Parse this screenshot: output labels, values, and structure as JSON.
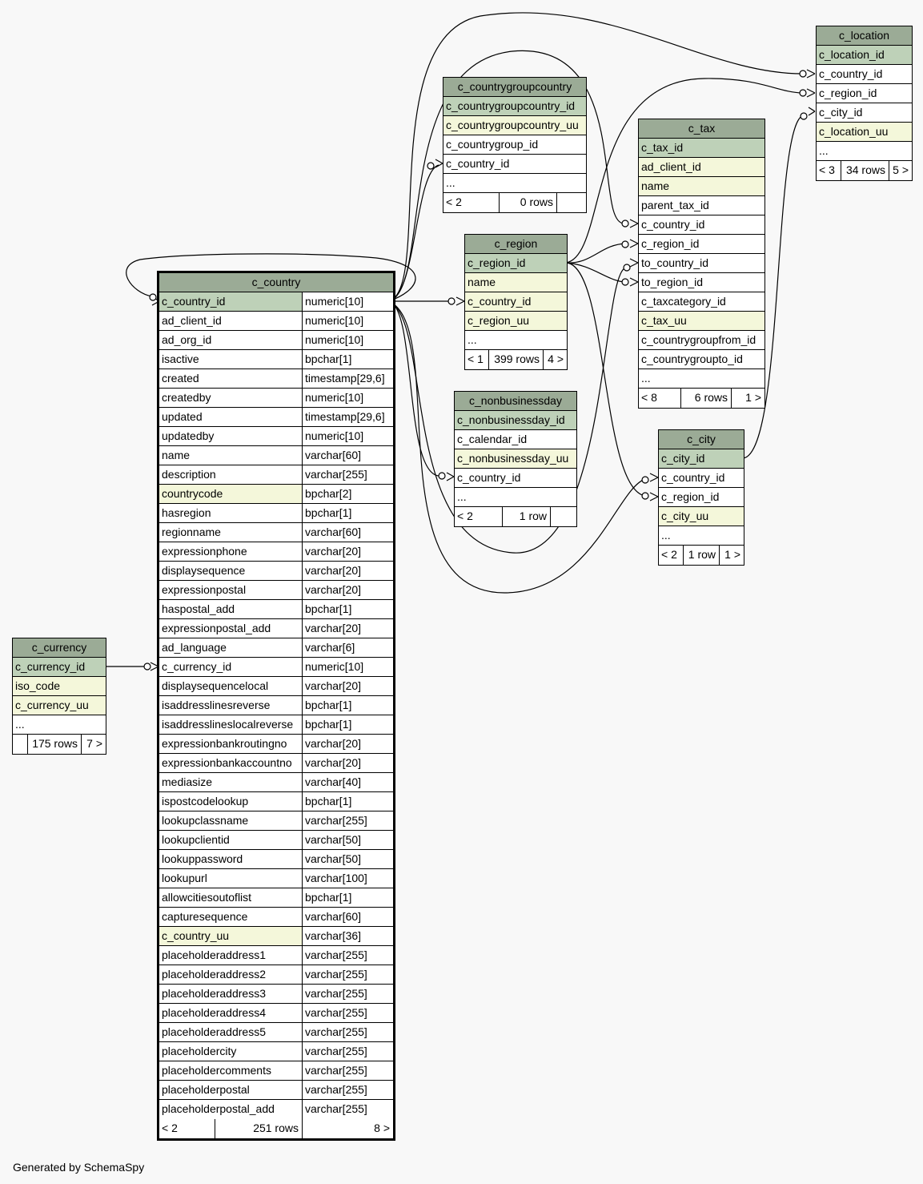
{
  "tables": {
    "c_location": {
      "title": "c_location",
      "columns": [
        "c_location_id",
        "c_country_id",
        "c_region_id",
        "c_city_id",
        "c_location_uu",
        "..."
      ],
      "footer": [
        "< 3",
        "34 rows",
        "5 >"
      ]
    },
    "c_countrygroupcountry": {
      "title": "c_countrygroupcountry",
      "columns": [
        "c_countrygroupcountry_id",
        "c_countrygroupcountry_uu",
        "c_countrygroup_id",
        "c_country_id",
        "..."
      ],
      "footer": [
        "< 2",
        "0 rows",
        ""
      ]
    },
    "c_tax": {
      "title": "c_tax",
      "columns": [
        "c_tax_id",
        "ad_client_id",
        "name",
        "parent_tax_id",
        "c_country_id",
        "c_region_id",
        "to_country_id",
        "to_region_id",
        "c_taxcategory_id",
        "c_tax_uu",
        "c_countrygroupfrom_id",
        "c_countrygroupto_id",
        "..."
      ],
      "footer": [
        "< 8",
        "6 rows",
        "1 >"
      ]
    },
    "c_region": {
      "title": "c_region",
      "columns": [
        "c_region_id",
        "name",
        "c_country_id",
        "c_region_uu",
        "..."
      ],
      "footer": [
        "< 1",
        "399 rows",
        "4 >"
      ]
    },
    "c_nonbusinessday": {
      "title": "c_nonbusinessday",
      "columns": [
        "c_nonbusinessday_id",
        "c_calendar_id",
        "c_nonbusinessday_uu",
        "c_country_id",
        "..."
      ],
      "footer": [
        "< 2",
        "1 row",
        ""
      ]
    },
    "c_city": {
      "title": "c_city",
      "columns": [
        "c_city_id",
        "c_country_id",
        "c_region_id",
        "c_city_uu",
        "..."
      ],
      "footer": [
        "< 2",
        "1 row",
        "1 >"
      ]
    },
    "c_currency": {
      "title": "c_currency",
      "columns": [
        "c_currency_id",
        "iso_code",
        "c_currency_uu",
        "..."
      ],
      "footer": [
        "",
        "175 rows",
        "7 >"
      ]
    },
    "c_country": {
      "title": "c_country",
      "columns": [
        [
          "c_country_id",
          "numeric[10]"
        ],
        [
          "ad_client_id",
          "numeric[10]"
        ],
        [
          "ad_org_id",
          "numeric[10]"
        ],
        [
          "isactive",
          "bpchar[1]"
        ],
        [
          "created",
          "timestamp[29,6]"
        ],
        [
          "createdby",
          "numeric[10]"
        ],
        [
          "updated",
          "timestamp[29,6]"
        ],
        [
          "updatedby",
          "numeric[10]"
        ],
        [
          "name",
          "varchar[60]"
        ],
        [
          "description",
          "varchar[255]"
        ],
        [
          "countrycode",
          "bpchar[2]"
        ],
        [
          "hasregion",
          "bpchar[1]"
        ],
        [
          "regionname",
          "varchar[60]"
        ],
        [
          "expressionphone",
          "varchar[20]"
        ],
        [
          "displaysequence",
          "varchar[20]"
        ],
        [
          "expressionpostal",
          "varchar[20]"
        ],
        [
          "haspostal_add",
          "bpchar[1]"
        ],
        [
          "expressionpostal_add",
          "varchar[20]"
        ],
        [
          "ad_language",
          "varchar[6]"
        ],
        [
          "c_currency_id",
          "numeric[10]"
        ],
        [
          "displaysequencelocal",
          "varchar[20]"
        ],
        [
          "isaddresslinesreverse",
          "bpchar[1]"
        ],
        [
          "isaddresslineslocalreverse",
          "bpchar[1]"
        ],
        [
          "expressionbankroutingno",
          "varchar[20]"
        ],
        [
          "expressionbankaccountno",
          "varchar[20]"
        ],
        [
          "mediasize",
          "varchar[40]"
        ],
        [
          "ispostcodelookup",
          "bpchar[1]"
        ],
        [
          "lookupclassname",
          "varchar[255]"
        ],
        [
          "lookupclientid",
          "varchar[50]"
        ],
        [
          "lookuppassword",
          "varchar[50]"
        ],
        [
          "lookupurl",
          "varchar[100]"
        ],
        [
          "allowcitiesoutoflist",
          "bpchar[1]"
        ],
        [
          "capturesequence",
          "varchar[60]"
        ],
        [
          "c_country_uu",
          "varchar[36]"
        ],
        [
          "placeholderaddress1",
          "varchar[255]"
        ],
        [
          "placeholderaddress2",
          "varchar[255]"
        ],
        [
          "placeholderaddress3",
          "varchar[255]"
        ],
        [
          "placeholderaddress4",
          "varchar[255]"
        ],
        [
          "placeholderaddress5",
          "varchar[255]"
        ],
        [
          "placeholdercity",
          "varchar[255]"
        ],
        [
          "placeholdercomments",
          "varchar[255]"
        ],
        [
          "placeholderpostal",
          "varchar[255]"
        ],
        [
          "placeholderpostal_add",
          "varchar[255]"
        ]
      ],
      "footer": [
        "< 2",
        "251 rows",
        "8 >"
      ]
    }
  },
  "footer_text": "Generated by SchemaSpy",
  "colors": {
    "background": "#f8f8f8",
    "table_header": "#9bab96",
    "primary_key": "#bed1b8",
    "unique_key": "#f4f7da",
    "line": "#000000"
  }
}
